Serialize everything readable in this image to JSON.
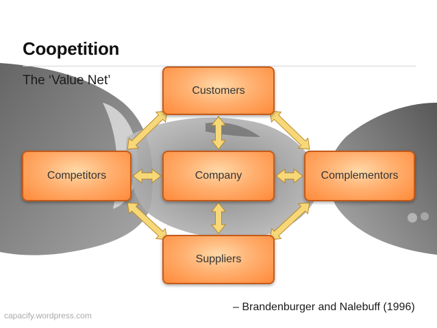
{
  "title": "Coopetition",
  "subtitle": "The ‘Value Net’",
  "nodes": {
    "customers": "Customers",
    "competitors": "Competitors",
    "company": "Company",
    "complementors": "Complementors",
    "suppliers": "Suppliers"
  },
  "citation": "– Brandenburger and Nalebuff (1996)",
  "credit": "capacify.wordpress.com",
  "colors": {
    "node_fill": "#ff9a4a",
    "node_border": "#c55a18",
    "arrow_fill": "#f7d879",
    "arrow_stroke": "#b8872a"
  },
  "connections": [
    [
      "customers",
      "company"
    ],
    [
      "suppliers",
      "company"
    ],
    [
      "competitors",
      "company"
    ],
    [
      "complementors",
      "company"
    ],
    [
      "competitors",
      "customers"
    ],
    [
      "customers",
      "complementors"
    ],
    [
      "competitors",
      "suppliers"
    ],
    [
      "suppliers",
      "complementors"
    ]
  ]
}
